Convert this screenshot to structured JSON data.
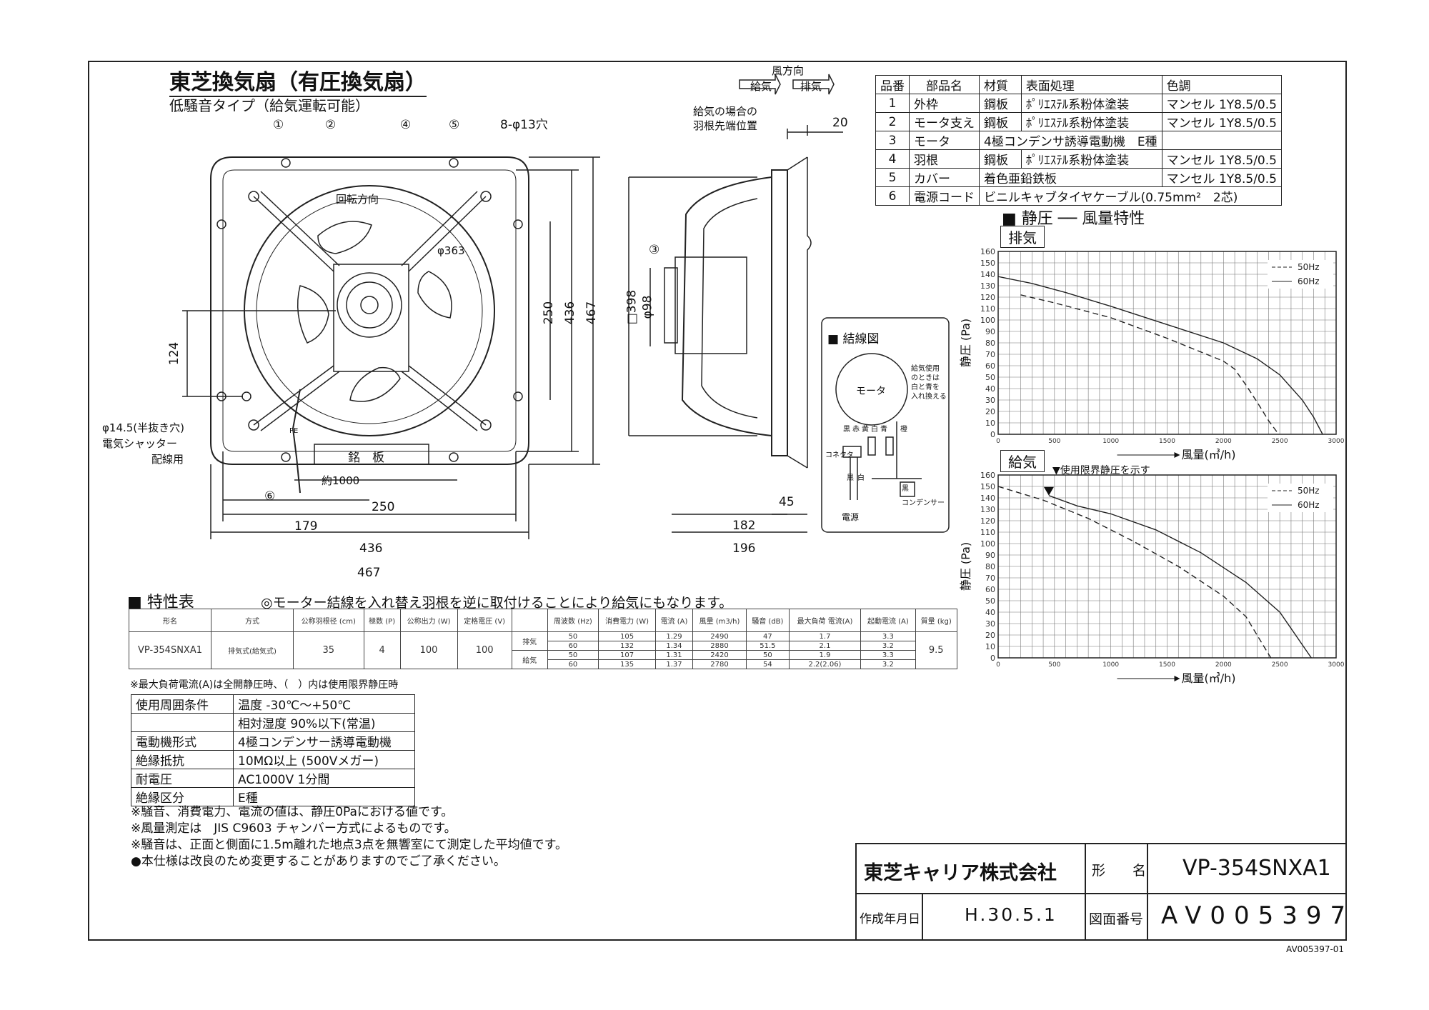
{
  "title": "東芝換気扇（有圧換気扇）",
  "subtitle": "低騒音タイプ（給気運転可能）",
  "drawing": {
    "callouts": [
      "①",
      "②",
      "④",
      "⑤",
      "③",
      "⑥"
    ],
    "holes": "8-φ13穴",
    "rotation": "回転方向",
    "dia_363": "φ363",
    "dim_124": "124",
    "dim_250_v": "250",
    "dim_436_v": "436",
    "dim_467_v": "467",
    "dim_250_h": "250",
    "dim_179": "179",
    "dim_436_h": "436",
    "dim_467_h": "467",
    "half_hole": "φ14.5(半抜き穴)",
    "shutter1": "電気シャッター",
    "shutter2": "配線用",
    "nameplate": "銘　板",
    "cord": "約1000",
    "pe": "PE",
    "side_398": "□398",
    "side_98": "φ98",
    "dim_20": "20",
    "dim_45": "45",
    "dim_182": "182",
    "dim_196": "196",
    "wind_dir": "風方向",
    "supply": "給気",
    "exhaust": "排気",
    "blade_tip1": "給気の場合の",
    "blade_tip2": "羽根先端位置"
  },
  "wiring": {
    "title": "■ 結線図",
    "motor": "モータ",
    "note": [
      "給気使用",
      "のときは",
      "白と青を",
      "入れ換える"
    ],
    "wires": [
      "黒",
      "赤",
      "黄",
      "白",
      "青",
      "橙"
    ],
    "connector": "コネクタ",
    "black": "黒",
    "white": "白",
    "cap_black": "黒",
    "capacitor": "コンデンサー",
    "power": "電源"
  },
  "parts": {
    "headers": [
      "品番",
      "部品名",
      "材質",
      "表面処理",
      "色調"
    ],
    "rows": [
      [
        "1",
        "外枠",
        "鋼板",
        "ﾎﾟﾘｴｽﾃﾙ系粉体塗装",
        "マンセル 1Y8.5/0.5"
      ],
      [
        "2",
        "モータ支え",
        "鋼板",
        "ﾎﾟﾘｴｽﾃﾙ系粉体塗装",
        "マンセル 1Y8.5/0.5"
      ],
      [
        "3",
        "モータ",
        "4極コンデンサ誘導電動機　E種",
        ""
      ],
      [
        "4",
        "羽根",
        "鋼板",
        "ﾎﾟﾘｴｽﾃﾙ系粉体塗装",
        "マンセル 1Y8.5/0.5"
      ],
      [
        "5",
        "カバー",
        "着色亜鉛鉄板",
        "",
        "マンセル 1Y8.5/0.5"
      ],
      [
        "6",
        "電源コード",
        "ビニルキャブタイヤケーブル(0.75mm²　2芯)",
        ""
      ]
    ]
  },
  "charts_heading": "■ 静圧 ── 風量特性",
  "spec": {
    "heading": "■ 特性表",
    "note": "◎モーター結線を入れ替え羽根を逆に取付けることにより給気にもなります。",
    "headers": [
      "形名",
      "方式",
      "公称羽根径\n(cm)",
      "極数\n(P)",
      "公称出力\n(W)",
      "定格電圧\n(V)",
      "",
      "周波数\n(Hz)",
      "消費電力\n(W)",
      "電流\n(A)",
      "風量\n(m3/h)",
      "騒音\n(dB)",
      "最大負荷\n電流(A)",
      "起動電流\n(A)",
      "質量\n(kg)"
    ],
    "model": "VP-354SNXA1",
    "method": "排気式(給気式)",
    "blade": "35",
    "poles": "4",
    "output": "100",
    "voltage": "100",
    "weight": "9.5",
    "modes": [
      "排気",
      "給気"
    ],
    "rows": [
      [
        "50",
        "105",
        "1.29",
        "2490",
        "47",
        "1.7",
        "3.3"
      ],
      [
        "60",
        "132",
        "1.34",
        "2880",
        "51.5",
        "2.1",
        "3.2"
      ],
      [
        "50",
        "107",
        "1.31",
        "2420",
        "50",
        "1.9",
        "3.3"
      ],
      [
        "60",
        "135",
        "1.37",
        "2780",
        "54",
        "2.2(2.06)",
        "3.2"
      ]
    ],
    "footnote": "※最大負荷電流(A)は全開静圧時、（　）内は使用限界静圧時"
  },
  "conditions": [
    [
      "使用周囲条件",
      "温度 -30℃～+50℃"
    ],
    [
      "",
      "相対湿度 90%以下(常温)"
    ],
    [
      "電動機形式",
      "4極コンデンサー誘導電動機"
    ],
    [
      "絶縁抵抗",
      "10MΩ以上 (500Vメガー)"
    ],
    [
      "耐電圧",
      "AC1000V 1分間"
    ],
    [
      "絶縁区分",
      "E種"
    ]
  ],
  "notes": [
    "※騒音、消費電力、電流の値は、静圧0Paにおける値です。",
    "※風量測定は　JIS C9603 チャンバー方式によるものです。",
    "※騒音は、正面と側面に1.5m離れた地点3点を無響室にて測定した平均値です。",
    "●本仕様は改良のため変更することがありますのでご了承ください。"
  ],
  "title_block": {
    "company": "東芝キャリア株式会社",
    "model_label": "形　　名",
    "model": "VP-354SNXA1",
    "date_label": "作成年月日",
    "date": "H.30.5.1",
    "drawing_no_label": "図面番号",
    "drawing_no": "AV005397"
  },
  "doc_id": "AV005397-01",
  "chart_data": [
    {
      "type": "line",
      "title": "排気",
      "xlabel": "風量(㎥/h)",
      "ylabel": "静圧 (Pa)",
      "xlim": [
        0,
        3000
      ],
      "ylim": [
        0,
        160
      ],
      "xticks": [
        "0",
        "500",
        "1000",
        "1500",
        "2000",
        "2500",
        "3000"
      ],
      "yticks": [
        "0",
        "10",
        "20",
        "30",
        "40",
        "50",
        "60",
        "70",
        "80",
        "90",
        "100",
        "110",
        "120",
        "130",
        "140",
        "150",
        "160"
      ],
      "grid": true,
      "legend": "top-right",
      "series": [
        {
          "name": "50Hz",
          "dash": true,
          "x": [
            200,
            500,
            1000,
            1500,
            1800,
            2000,
            2100,
            2200,
            2300,
            2400,
            2490
          ],
          "y": [
            122,
            115,
            102,
            84,
            72,
            64,
            57,
            43,
            28,
            12,
            0
          ]
        },
        {
          "name": "60Hz",
          "dash": false,
          "x": [
            0,
            300,
            600,
            1000,
            1500,
            2000,
            2300,
            2500,
            2700,
            2800,
            2880
          ],
          "y": [
            138,
            132,
            124,
            112,
            96,
            80,
            66,
            52,
            30,
            15,
            0
          ]
        }
      ]
    },
    {
      "type": "line",
      "title": "給気",
      "annotation": "▼使用限界静圧を示す",
      "xlabel": "風量(㎥/h)",
      "ylabel": "静圧 (Pa)",
      "xlim": [
        0,
        3000
      ],
      "ylim": [
        0,
        160
      ],
      "xticks": [
        "0",
        "500",
        "1000",
        "1500",
        "2000",
        "2500",
        "3000"
      ],
      "yticks": [
        "0",
        "10",
        "20",
        "30",
        "40",
        "50",
        "60",
        "70",
        "80",
        "90",
        "100",
        "110",
        "120",
        "130",
        "140",
        "150",
        "160"
      ],
      "grid": true,
      "legend": "top-right",
      "limit_marker": {
        "x": 450,
        "y": 142
      },
      "series": [
        {
          "name": "50Hz",
          "dash": true,
          "x": [
            0,
            400,
            800,
            1200,
            1600,
            2000,
            2200,
            2420
          ],
          "y": [
            150,
            138,
            122,
            102,
            80,
            54,
            36,
            0
          ]
        },
        {
          "name": "60Hz",
          "dash": false,
          "x": [
            450,
            700,
            1000,
            1400,
            1800,
            2200,
            2500,
            2780
          ],
          "y": [
            142,
            133,
            126,
            112,
            92,
            66,
            40,
            0
          ]
        }
      ]
    }
  ]
}
